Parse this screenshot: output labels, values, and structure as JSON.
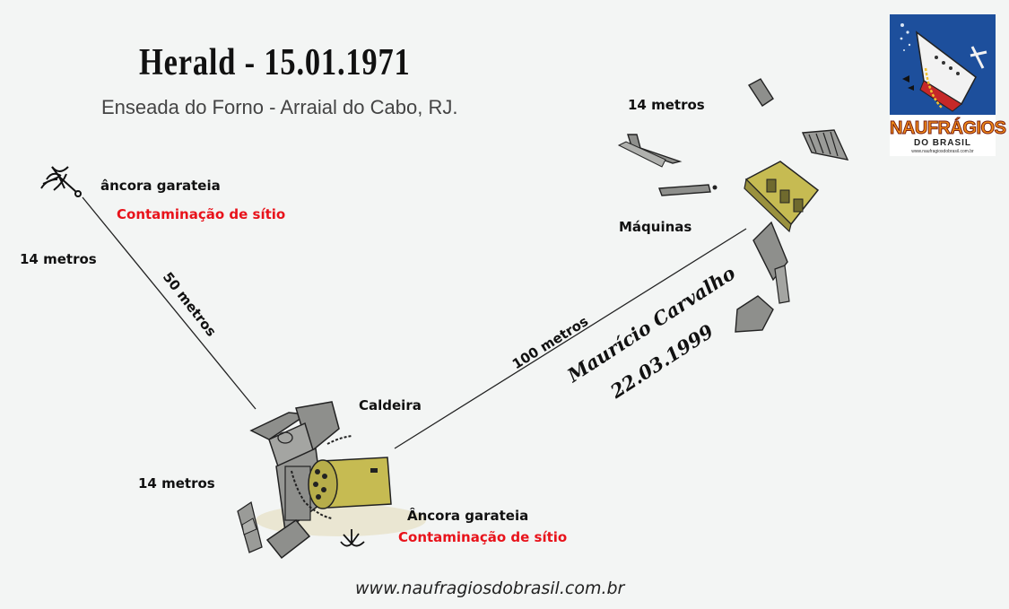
{
  "title": "Herald - 15.01.1971",
  "subtitle": "Enseada do Forno - Arraial do Cabo, RJ.",
  "labels": {
    "anchor_top": "âncora garateia",
    "contamination_top": "Contaminação de sítio",
    "depth_left": "14 metros",
    "distance_50": "50 metros",
    "distance_100": "100 metros",
    "machines": "Máquinas",
    "depth_top_right": "14 metros",
    "boiler": "Caldeira",
    "depth_bottom": "14 metros",
    "anchor_bottom": "Âncora garateia",
    "contamination_bottom": "Contaminação de sítio"
  },
  "signature": {
    "name": "Maurício Carvalho",
    "date": "22.03.1999"
  },
  "website": "www.naufragiosdobrasil.com.br",
  "logo": {
    "word": "NAUFRÁGIOS",
    "sub": "DO BRASIL",
    "url": "www.naufragiosdobrasil.com.br"
  },
  "colors": {
    "background": "#f3f5f4",
    "red_text": "#e8131b",
    "wreck_gray": "#8e8f8c",
    "boiler_olive": "#c6bb52",
    "logo_blue": "#1d4f9c",
    "logo_orange": "#f08a17"
  }
}
